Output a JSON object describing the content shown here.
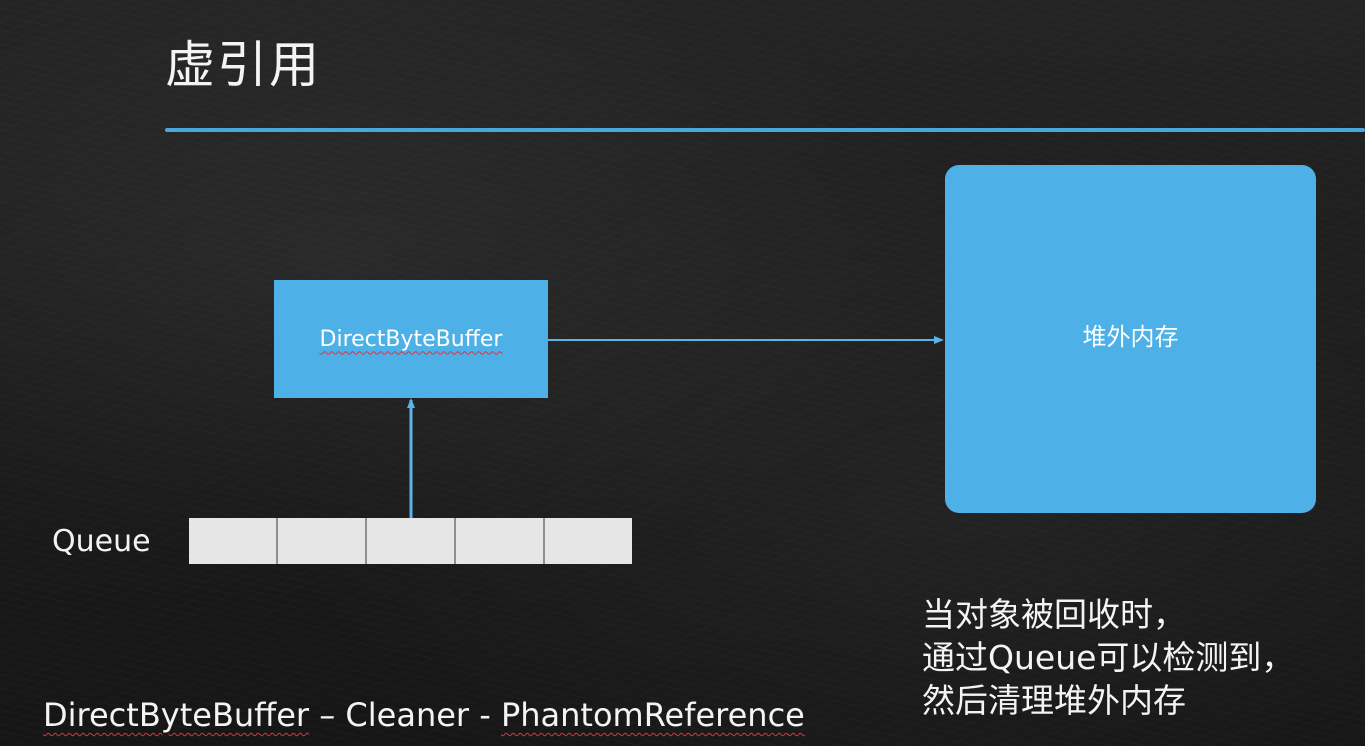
{
  "slide": {
    "title": "虚引用",
    "accent_color": "#4aa7dd",
    "box_color": "#4db0e6"
  },
  "diagram": {
    "direct_byte_buffer_label": "DirectByteBuffer",
    "off_heap_memory_label": "堆外内存",
    "queue_label": "Queue",
    "queue_cell_count": 5
  },
  "note": {
    "lines": [
      "当对象被回收时，",
      "通过Queue可以检测到，",
      "然后清理堆外内存"
    ]
  },
  "footer": {
    "part1": "DirectByteBuffer",
    "sep1": " – Cleaner - ",
    "part2": "PhantomReference"
  }
}
